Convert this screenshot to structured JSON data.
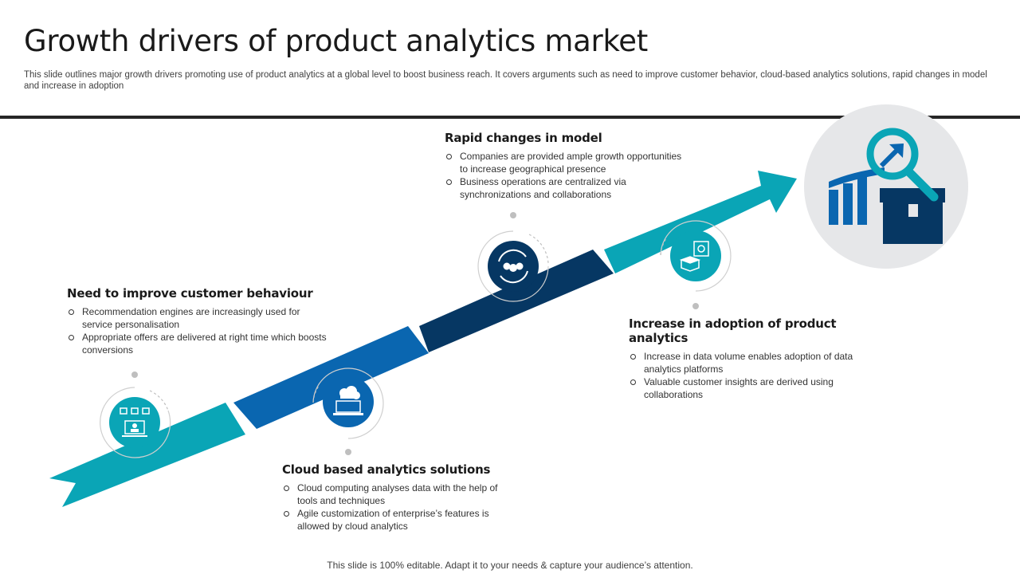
{
  "slide": {
    "title": "Growth drivers of product analytics market",
    "subtitle": "This slide outlines major growth drivers promoting use of product analytics at a global level to  boost business reach. It covers arguments such as need to improve customer behavior, cloud-based analytics solutions, rapid changes in model and increase in adoption",
    "footer": "This slide is 100% editable. Adapt it to your needs & capture your audience’s attention."
  },
  "colors": {
    "teal": "#0aa5b6",
    "blue": "#0a66b0",
    "navy": "#063763",
    "gray_circle": "#e6e7e9",
    "text": "#262626"
  },
  "drivers": [
    {
      "title": "Need to improve customer behaviour",
      "icon": "screen-network-icon",
      "bullets": [
        "Recommendation engines are increasingly used for service personalisation",
        "Appropriate offers are delivered at right time which boosts conversions"
      ]
    },
    {
      "title": "Cloud based analytics solutions",
      "icon": "cloud-laptop-icon",
      "bullets": [
        "Cloud computing analyses data with the help of tools and techniques",
        "Agile customization of enterprise’s features is allowed by cloud analytics"
      ]
    },
    {
      "title": "Rapid changes in model",
      "icon": "sync-people-icon",
      "bullets": [
        "Companies are provided ample growth opportunities to increase geographical presence",
        "Business operations are centralized via synchronizations and collaborations"
      ]
    },
    {
      "title": "Increase in adoption of product analytics",
      "icon": "product-box-icon",
      "bullets": [
        "Increase in data volume enables adoption of data analytics platforms",
        "Valuable customer insights are derived using collaborations"
      ]
    }
  ],
  "hero_icon": "analytics-magnifier-box-icon"
}
